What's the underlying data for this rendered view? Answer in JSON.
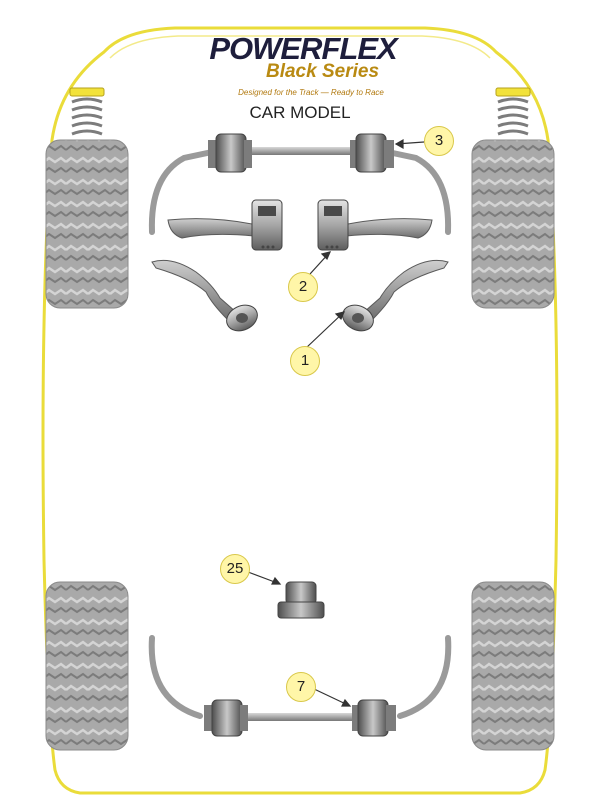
{
  "brand": {
    "name": "POWERFLEX",
    "series": "Black Series",
    "tagline": "Designed for the Track — Ready to Race"
  },
  "title": "CAR MODEL",
  "callouts": [
    {
      "id": "1",
      "label": "1"
    },
    {
      "id": "2",
      "label": "2"
    },
    {
      "id": "3",
      "label": "3"
    },
    {
      "id": "25",
      "label": "25"
    },
    {
      "id": "7",
      "label": "7"
    }
  ],
  "colors": {
    "outline": "#e8dc3c",
    "callout_fill": "#fff6a8",
    "bush_fill": "#b2b2b2",
    "bush_dark": "#6a6a6a",
    "tyre": "#a8a8a8",
    "spring": "#8a8a8a",
    "spring_top": "#f2e23a"
  }
}
